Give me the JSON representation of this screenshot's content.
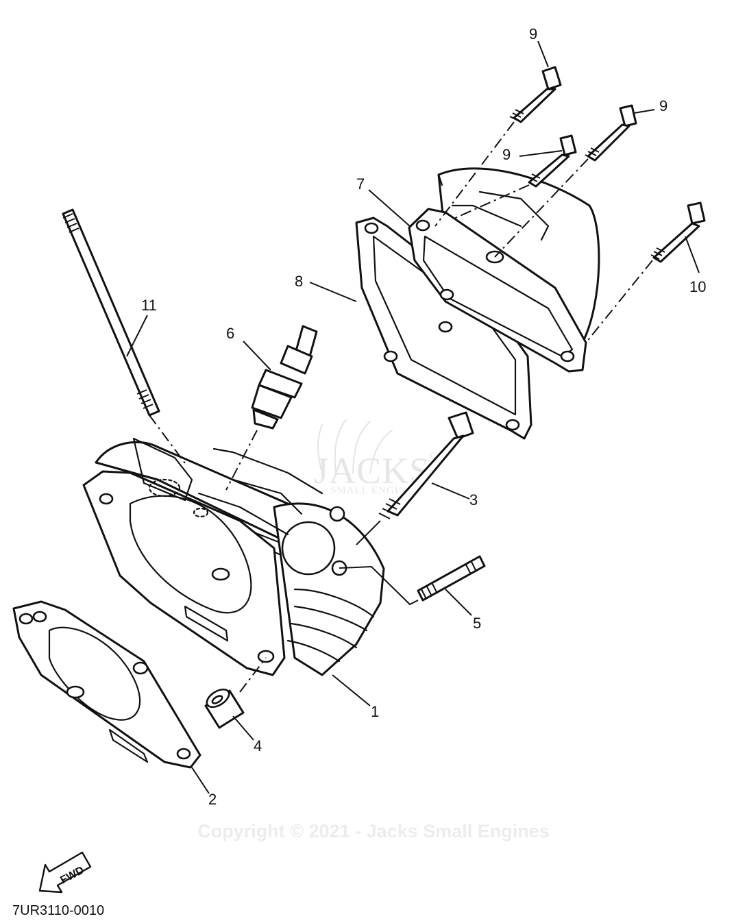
{
  "diagram": {
    "part_callouts": [
      "1",
      "2",
      "3",
      "4",
      "5",
      "6",
      "7",
      "8",
      "9",
      "9",
      "9",
      "10",
      "11"
    ],
    "watermark": {
      "logo_text": "JACKS",
      "logo_mark": "©",
      "logo_subtext": "SMALL ENGINES",
      "copyright": "Copyright © 2021 - Jacks Small Engines"
    },
    "direction_arrow_label": "FWD",
    "reference_code": "7UR3110-0010"
  }
}
